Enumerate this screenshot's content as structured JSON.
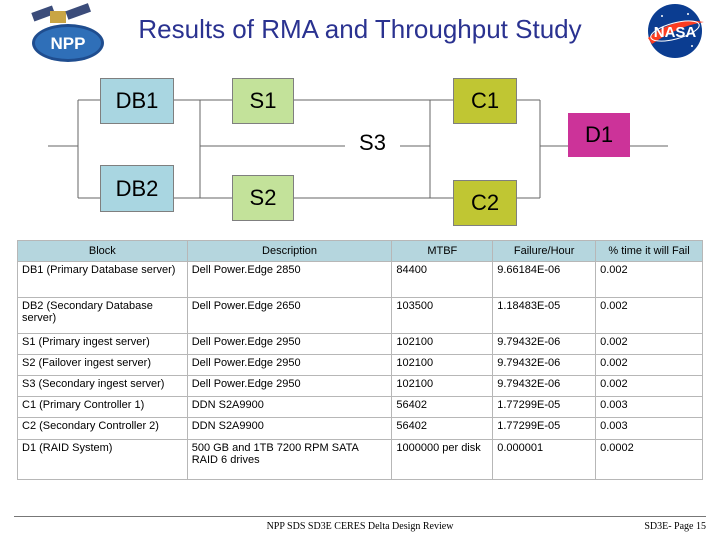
{
  "title": "Results of RMA and Throughput Study",
  "logos": {
    "left": "NPP",
    "right": "NASA"
  },
  "diagram": {
    "db1": "DB1",
    "db2": "DB2",
    "s1": "S1",
    "s2": "S2",
    "s3": "S3",
    "c1": "C1",
    "c2": "C2",
    "d1": "D1"
  },
  "table": {
    "headers": [
      "Block",
      "Description",
      "MTBF",
      "Failure/Hour",
      "% time it will Fail"
    ],
    "rows": [
      [
        "DB1 (Primary Database server)",
        "Dell Power.Edge 2850",
        "84400",
        "9.66184E-06",
        "0.002"
      ],
      [
        "DB2 (Secondary Database server)",
        "Dell Power.Edge 2650",
        "103500",
        "1.18483E-05",
        "0.002"
      ],
      [
        "S1 (Primary ingest server)",
        "Dell Power.Edge 2950",
        "102100",
        "9.79432E-06",
        "0.002"
      ],
      [
        "S2 (Failover ingest server)",
        "Dell Power.Edge 2950",
        "102100",
        "9.79432E-06",
        "0.002"
      ],
      [
        "S3 (Secondary ingest server)",
        "Dell Power.Edge 2950",
        "102100",
        "9.79432E-06",
        "0.002"
      ],
      [
        "C1 (Primary Controller 1)",
        "DDN S2A9900",
        "56402",
        "1.77299E-05",
        "0.003"
      ],
      [
        "C2 (Secondary Controller 2)",
        "DDN S2A9900",
        "56402",
        "1.77299E-05",
        "0.003"
      ],
      [
        "D1 (RAID System)",
        "500 GB and 1TB 7200 RPM SATA RAID 6 drives",
        "1000000 per disk",
        "0.000001",
        "0.0002"
      ]
    ]
  },
  "footer": {
    "center": "NPP SDS SD3E CERES Delta Design Review",
    "right": "SD3E- Page 15"
  }
}
